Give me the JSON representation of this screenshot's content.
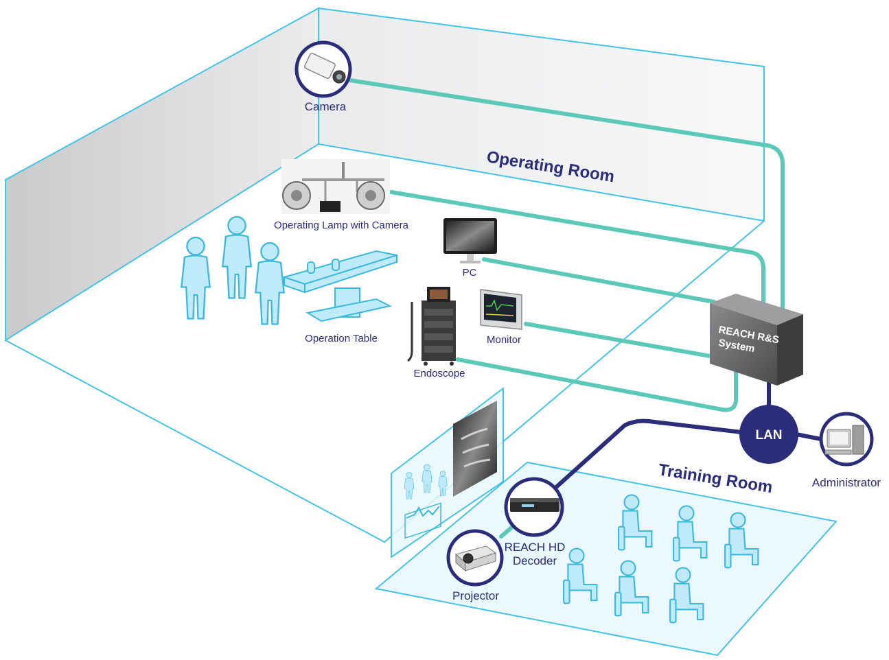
{
  "operating_room": {
    "title": "Operating Room",
    "devices": {
      "camera": "Camera",
      "lamp": "Operating Lamp with Camera",
      "pc": "PC",
      "table": "Operation Table",
      "endoscope": "Endoscope",
      "monitor": "Monitor"
    }
  },
  "system": {
    "line1": "REACH R&S",
    "line2": "System"
  },
  "network": {
    "lan": "LAN",
    "administrator": "Administrator"
  },
  "training_room": {
    "title": "Training Room",
    "decoder_line1": "REACH HD",
    "decoder_line2": "Decoder",
    "projector": "Projector"
  },
  "colors": {
    "room_edge": "#44c3e5",
    "cable_or": "#5cc8b8",
    "cable_lan": "#2b2c7a",
    "person_fill": "#bfeafa",
    "person_stroke": "#3cb8dd"
  }
}
